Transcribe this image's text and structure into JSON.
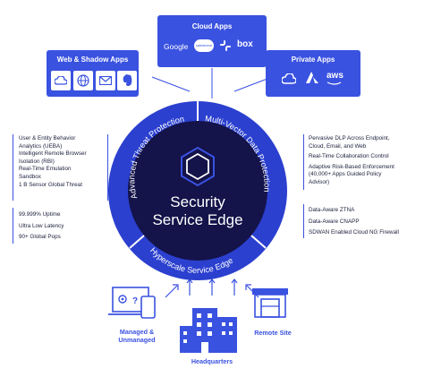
{
  "colors": {
    "primary": "#3a52e0",
    "navy": "#14134a",
    "ring": "#2b40cf",
    "white": "#ffffff"
  },
  "top_boxes": {
    "cloud_apps": {
      "title": "Cloud Apps",
      "brands": [
        "Google",
        "salesforce",
        "slack-icon",
        "box"
      ]
    },
    "web_shadow": {
      "title": "Web & Shadow Apps",
      "icons": [
        "cloud-icon",
        "globe-icon",
        "mail-icon",
        "evernote-icon"
      ]
    },
    "private_apps": {
      "title": "Private Apps",
      "icons": [
        "cloud-icon",
        "azure-icon",
        "aws"
      ]
    }
  },
  "center": {
    "line1": "Security",
    "line2": "Service Edge",
    "ring_left": "Advanced Threat Protection",
    "ring_right": "Multi-Vector Data Protection",
    "ring_bottom": "Hyperscale Service Edge",
    "logo": "hexagon-logo-icon"
  },
  "left_features": {
    "group1": [
      "User & Entity Behavior",
      "Analytics (UEBA)",
      "Intelligent Remote Browser",
      "Isolation (RBI)",
      "Real-Time Emulation",
      "Sandbox",
      "1 B Sensor Global Threat"
    ],
    "group2": [
      "99.999% Uptime",
      "Ultra Low Latency",
      "90+ Global Pops"
    ]
  },
  "right_features": {
    "group1": [
      "Pervasive DLP Across Endpoint,",
      "Cloud, Email, and Web",
      "Real-Time Collaboration Control",
      "Adaptive Risk-Based Enforcement",
      "(40,000+ Apps Guided Policy",
      "Advisor)"
    ],
    "group2": [
      "Data-Aware ZTNA",
      "Data-Aware CNAPP",
      "SDWAN Enabled Cloud NG Firewall"
    ]
  },
  "locations": {
    "managed": "Managed &\nUnmanaged",
    "headquarters": "Headquarters",
    "remote": "Remote Site"
  }
}
